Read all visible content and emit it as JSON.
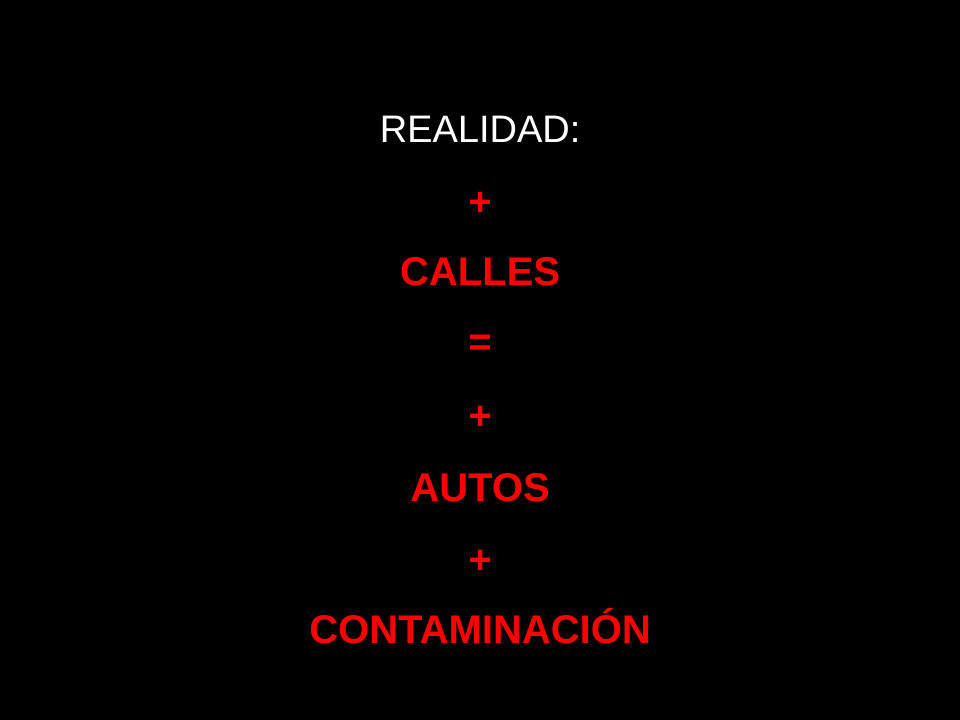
{
  "slide": {
    "heading": "REALIDAD:",
    "lines": [
      "+",
      "CALLES",
      "=",
      "+",
      "AUTOS",
      "+",
      "CONTAMINACIÓN"
    ]
  },
  "colors": {
    "background": "#000000",
    "heading": "#ffffff",
    "accent": "#ff0000"
  }
}
